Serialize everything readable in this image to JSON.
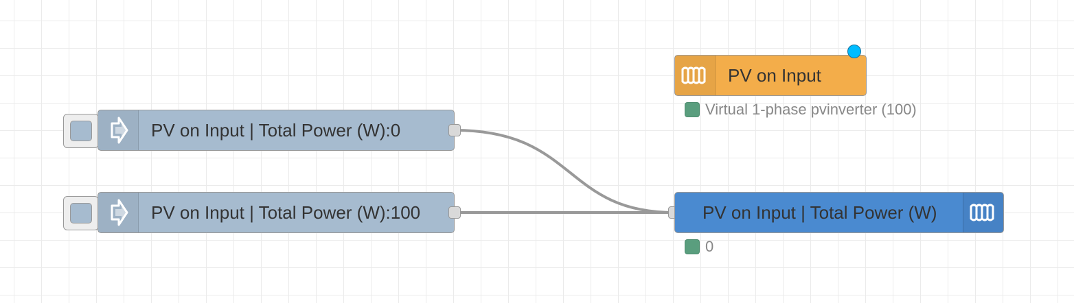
{
  "colors": {
    "inject_node": "#a6bbcf",
    "victron_config_node": "#f3ad4a",
    "victron_output_node": "#4a8ad0",
    "wire": "#999999",
    "status_ok": "#5a9e7e",
    "changed_indicator": "#00bcff"
  },
  "nodes": {
    "inject_0": {
      "label": "PV on Input | Total Power (W):0",
      "icon": "arrow-right-icon"
    },
    "inject_100": {
      "label": "PV on Input | Total Power (W):100",
      "icon": "arrow-right-icon"
    },
    "pv_input": {
      "label": "PV on Input",
      "icon": "victron-logo-icon",
      "status": "Virtual 1-phase pvinverter (100)"
    },
    "output": {
      "label": "PV on Input | Total Power (W)",
      "icon": "victron-logo-icon",
      "status": "0"
    }
  }
}
